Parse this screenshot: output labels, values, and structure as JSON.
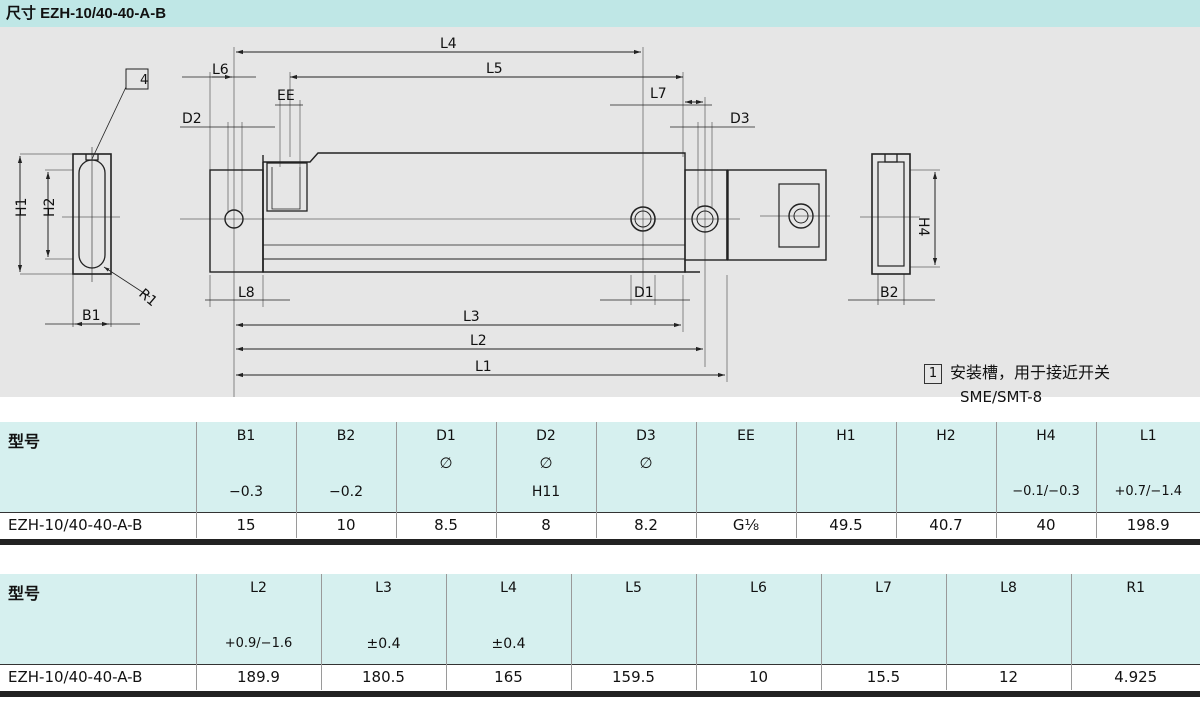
{
  "title": "尺寸 EZH-10/40-40-A-B",
  "drawing": {
    "callout_number": "4",
    "labels": [
      "L4",
      "L5",
      "L6",
      "EE",
      "L7",
      "D2",
      "D3",
      "H1",
      "H2",
      "H4",
      "R1",
      "B1",
      "B2",
      "L8",
      "D1",
      "L3",
      "L2",
      "L1"
    ]
  },
  "note": {
    "number": "1",
    "line1": "安装槽，用于接近开关",
    "line2": "SME/SMT-8"
  },
  "table1": {
    "columns": [
      {
        "name": "型号",
        "sym": "",
        "tol": ""
      },
      {
        "name": "B1",
        "sym": "",
        "tol": "−0.3"
      },
      {
        "name": "B2",
        "sym": "",
        "tol": "−0.2"
      },
      {
        "name": "D1",
        "sym": "∅",
        "tol": ""
      },
      {
        "name": "D2",
        "sym": "∅",
        "tol": "H11"
      },
      {
        "name": "D3",
        "sym": "∅",
        "tol": ""
      },
      {
        "name": "EE",
        "sym": "",
        "tol": ""
      },
      {
        "name": "H1",
        "sym": "",
        "tol": ""
      },
      {
        "name": "H2",
        "sym": "",
        "tol": ""
      },
      {
        "name": "H4",
        "sym": "",
        "tol": "−0.1/−0.3"
      },
      {
        "name": "L1",
        "sym": "",
        "tol": "+0.7/−1.4"
      }
    ],
    "row": [
      "EZH-10/40-40-A-B",
      "15",
      "10",
      "8.5",
      "8",
      "8.2",
      "G⅛",
      "49.5",
      "40.7",
      "40",
      "198.9"
    ]
  },
  "table2": {
    "columns": [
      {
        "name": "型号",
        "tol": ""
      },
      {
        "name": "L2",
        "tol": "+0.9/−1.6"
      },
      {
        "name": "L3",
        "tol": "±0.4"
      },
      {
        "name": "L4",
        "tol": "±0.4"
      },
      {
        "name": "L5",
        "tol": ""
      },
      {
        "name": "L6",
        "tol": ""
      },
      {
        "name": "L7",
        "tol": ""
      },
      {
        "name": "L8",
        "tol": ""
      },
      {
        "name": "R1",
        "tol": ""
      }
    ],
    "row": [
      "EZH-10/40-40-A-B",
      "189.9",
      "180.5",
      "165",
      "159.5",
      "10",
      "15.5",
      "12",
      "4.925"
    ]
  }
}
